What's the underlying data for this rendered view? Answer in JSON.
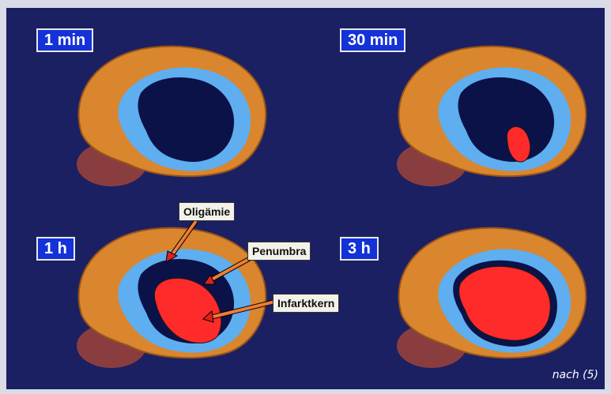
{
  "panels": [
    {
      "time_label": "1 min",
      "core_visible": false
    },
    {
      "time_label": "30 min",
      "core_visible": true
    },
    {
      "time_label": "1 h",
      "core_visible": true
    },
    {
      "time_label": "3 h",
      "core_visible": true
    }
  ],
  "callouts": {
    "oligaemia": "Oligämie",
    "penumbra": "Penumbra",
    "infarct_core": "Infarktkern"
  },
  "credit": "nach (5)",
  "colors": {
    "background": "#1b2063",
    "brain_cortex": "#d9862f",
    "cerebellum": "#8a3d3f",
    "oligaemia_zone": "#5eaef0",
    "penumbra_zone": "#0b1248",
    "infarct_core": "#ff2a2a",
    "label_box": "#1432d8"
  }
}
